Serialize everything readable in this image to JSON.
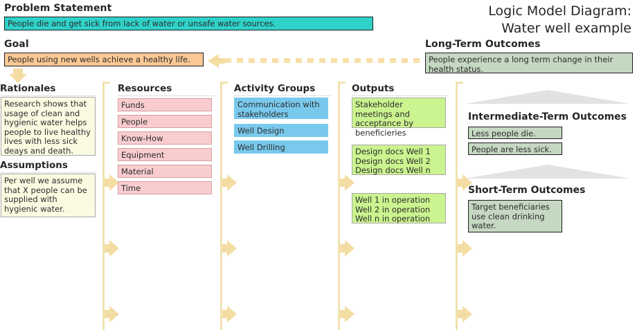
{
  "title": {
    "line1": "Logic Model Diagram:",
    "line2": "Water well example"
  },
  "problem": {
    "heading": "Problem Statement",
    "text": "People die and get sick from lack of water or unsafe water sources."
  },
  "goal": {
    "heading": "Goal",
    "text": "People using new wells achieve a healthy life."
  },
  "long_term": {
    "heading": "Long-Term Outcomes",
    "text": "People experience a long term change in their health status."
  },
  "columns": {
    "rationales": {
      "heading": "Rationales",
      "text": "Research shows that usage of clean and hygienic water helps people to live healthy lives with less sick deays and death."
    },
    "assumptions": {
      "heading": "Assumptions",
      "text": "Per well we assume that X people can be supplied with hygienic water."
    },
    "resources": {
      "heading": "Resources",
      "items": [
        "Funds",
        "People",
        "Know-How",
        "Equipment",
        "Material",
        "Time"
      ]
    },
    "activity_groups": {
      "heading": "Activity Groups",
      "items": [
        "Communication with stakeholders",
        "Well Design",
        "Well Drilling"
      ]
    },
    "outputs": {
      "heading": "Outputs",
      "items": [
        "Stakeholder meetings and acceptance by beneficieries",
        "Design docs Well 1\nDesign docs Well 2\nDesign docs Well n",
        "Well 1 in operation\nWell 2 in operation\nWell n in operation"
      ]
    },
    "intermediate": {
      "heading": "Intermediate-Term Outcomes",
      "items": [
        "Less people die.",
        "People are less sick."
      ]
    },
    "short_term": {
      "heading": "Short-Term Outcomes",
      "items": [
        "Target beneficiaries use clean drinking water."
      ]
    }
  },
  "colors": {
    "problem_fill": "#2fd2c9",
    "goal_fill": "#fbc995",
    "rationale_fill": "#fbfbe2",
    "resource_fill": "#f9cdcf",
    "activity_fill": "#79c9ed",
    "output_fill": "#cbf38f",
    "outcome_fill": "#c5d8c2",
    "connector": "#f4dda2",
    "chevron": "#e2e2e2"
  }
}
